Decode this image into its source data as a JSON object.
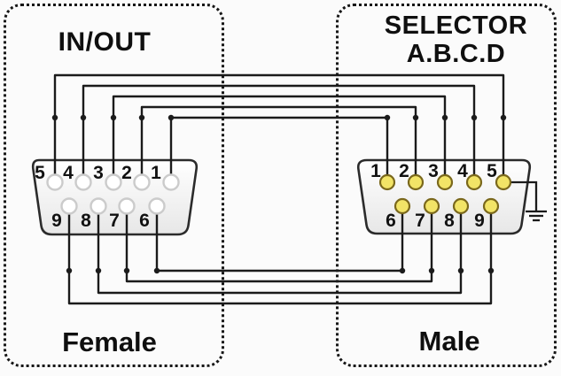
{
  "left_panel": {
    "title": "IN/OUT",
    "gender": "Female"
  },
  "right_panel": {
    "title_line1": "SELECTOR",
    "title_line2": "A.B.C.D",
    "gender": "Male"
  },
  "connectors": {
    "female": {
      "top_row": [
        "5",
        "4",
        "3",
        "2",
        "1"
      ],
      "bottom_row": [
        "9",
        "8",
        "7",
        "6"
      ]
    },
    "male": {
      "top_row": [
        "1",
        "2",
        "3",
        "4",
        "5"
      ],
      "bottom_row": [
        "6",
        "7",
        "8",
        "9"
      ]
    }
  },
  "wiring": {
    "connections": [
      {
        "from": "1",
        "to": "1"
      },
      {
        "from": "2",
        "to": "2"
      },
      {
        "from": "3",
        "to": "3"
      },
      {
        "from": "4",
        "to": "4"
      },
      {
        "from": "5",
        "to": "5"
      },
      {
        "from": "6",
        "to": "6"
      },
      {
        "from": "7",
        "to": "7"
      },
      {
        "from": "8",
        "to": "8"
      },
      {
        "from": "9",
        "to": "9"
      }
    ],
    "ground": {
      "side": "male",
      "pin": "5"
    }
  },
  "colors": {
    "wire": "#1b1b1b",
    "male_pin_fill": "#f2e467",
    "male_pin_stroke": "#7a681c",
    "female_pin_fill": "#ffffff",
    "female_pin_stroke": "#cbcbcb",
    "connector_stroke": "#2b2b2b",
    "panel_border": "#161616",
    "background": "#fbfbfb",
    "text": "#111111"
  }
}
